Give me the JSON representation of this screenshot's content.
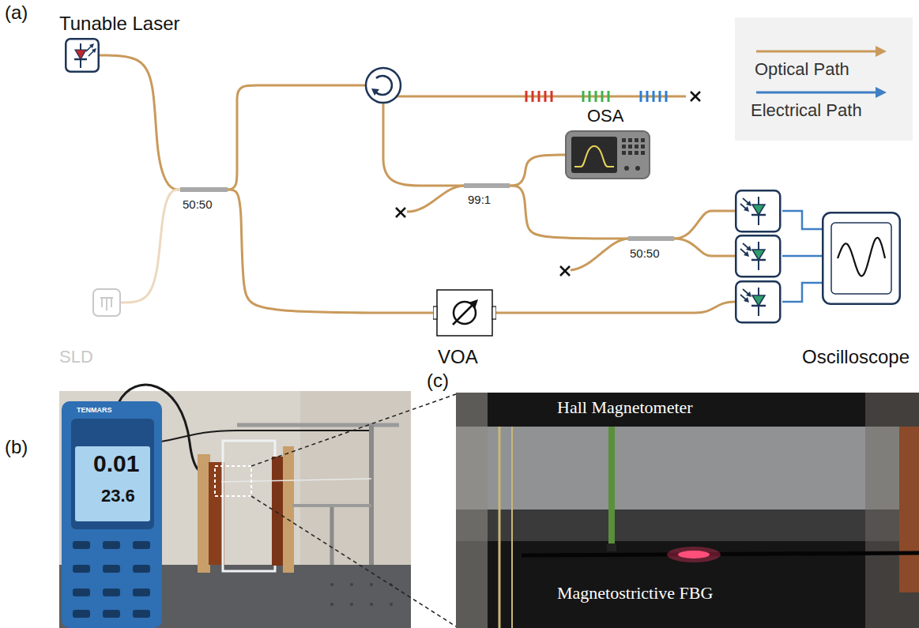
{
  "diagram": {
    "nodes": [
      {
        "text": [
          "Tunable Laser"
        ]
      },
      {
        "text": [
          "SLD"
        ]
      },
      {
        "text": [
          "50:50"
        ]
      },
      {
        "text": [
          "OSA"
        ]
      },
      {
        "text": [
          "99:1"
        ]
      },
      {
        "text": [
          "50:50"
        ]
      },
      {
        "text": [
          "VOA"
        ]
      },
      {
        "text": [
          "Oscilloscope"
        ]
      }
    ],
    "edges": [
      {
        "from": 0,
        "to": 2,
        "arrow": "none"
      },
      {
        "from": 1,
        "to": 2,
        "arrow": "none"
      },
      {
        "from": 2,
        "to": 6,
        "arrow": "none"
      },
      {
        "from": 4,
        "to": 3,
        "arrow": "none"
      },
      {
        "from": 4,
        "to": 5,
        "arrow": "none"
      }
    ],
    "labels": [
      "(a)",
      "(b)",
      "(c)",
      "TENMARS",
      "0.01",
      "23.6",
      "Hall Magnetometer",
      "Magnetostrictive FBG"
    ],
    "legend": [
      {
        "text": "Optical Path"
      },
      {
        "text": "Electrical Path"
      }
    ]
  }
}
